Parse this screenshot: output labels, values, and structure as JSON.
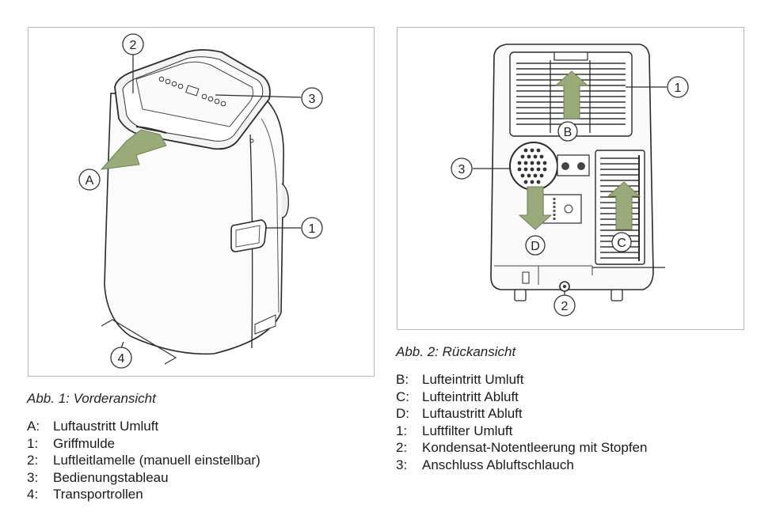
{
  "figure1": {
    "caption": "Abb. 1: Vorderansicht",
    "callouts": {
      "c2": "2",
      "c3": "3",
      "cA": "A",
      "c1": "1",
      "c4": "4"
    },
    "legend": [
      {
        "key": "A:",
        "text": "Luftaustritt Umluft"
      },
      {
        "key": "1:",
        "text": "Griffmulde"
      },
      {
        "key": "2:",
        "text": "Luftleitlamelle (manuell einstellbar)"
      },
      {
        "key": "3:",
        "text": "Bedienungstableau"
      },
      {
        "key": "4:",
        "text": "Transportrollen"
      }
    ]
  },
  "figure2": {
    "caption": "Abb. 2: Rückansicht",
    "callouts": {
      "c1": "1",
      "c3": "3",
      "cB": "B",
      "cC": "C",
      "cD": "D",
      "c2": "2"
    },
    "legend": [
      {
        "key": "B:",
        "text": "Lufteintritt Umluft"
      },
      {
        "key": "C:",
        "text": "Lufteintritt Abluft"
      },
      {
        "key": "D:",
        "text": "Luftaustritt Abluft"
      },
      {
        "key": "1:",
        "text": "Luftfilter Umluft"
      },
      {
        "key": "2:",
        "text": "Kondensat-Notentleerung mit Stopfen"
      },
      {
        "key": "3:",
        "text": "Anschluss Abluftschlauch"
      }
    ]
  },
  "colors": {
    "arrow": "#9aab7a",
    "arrow_stroke": "#6f8052",
    "line": "#2a2a2a",
    "frame": "#b8b8b8"
  }
}
